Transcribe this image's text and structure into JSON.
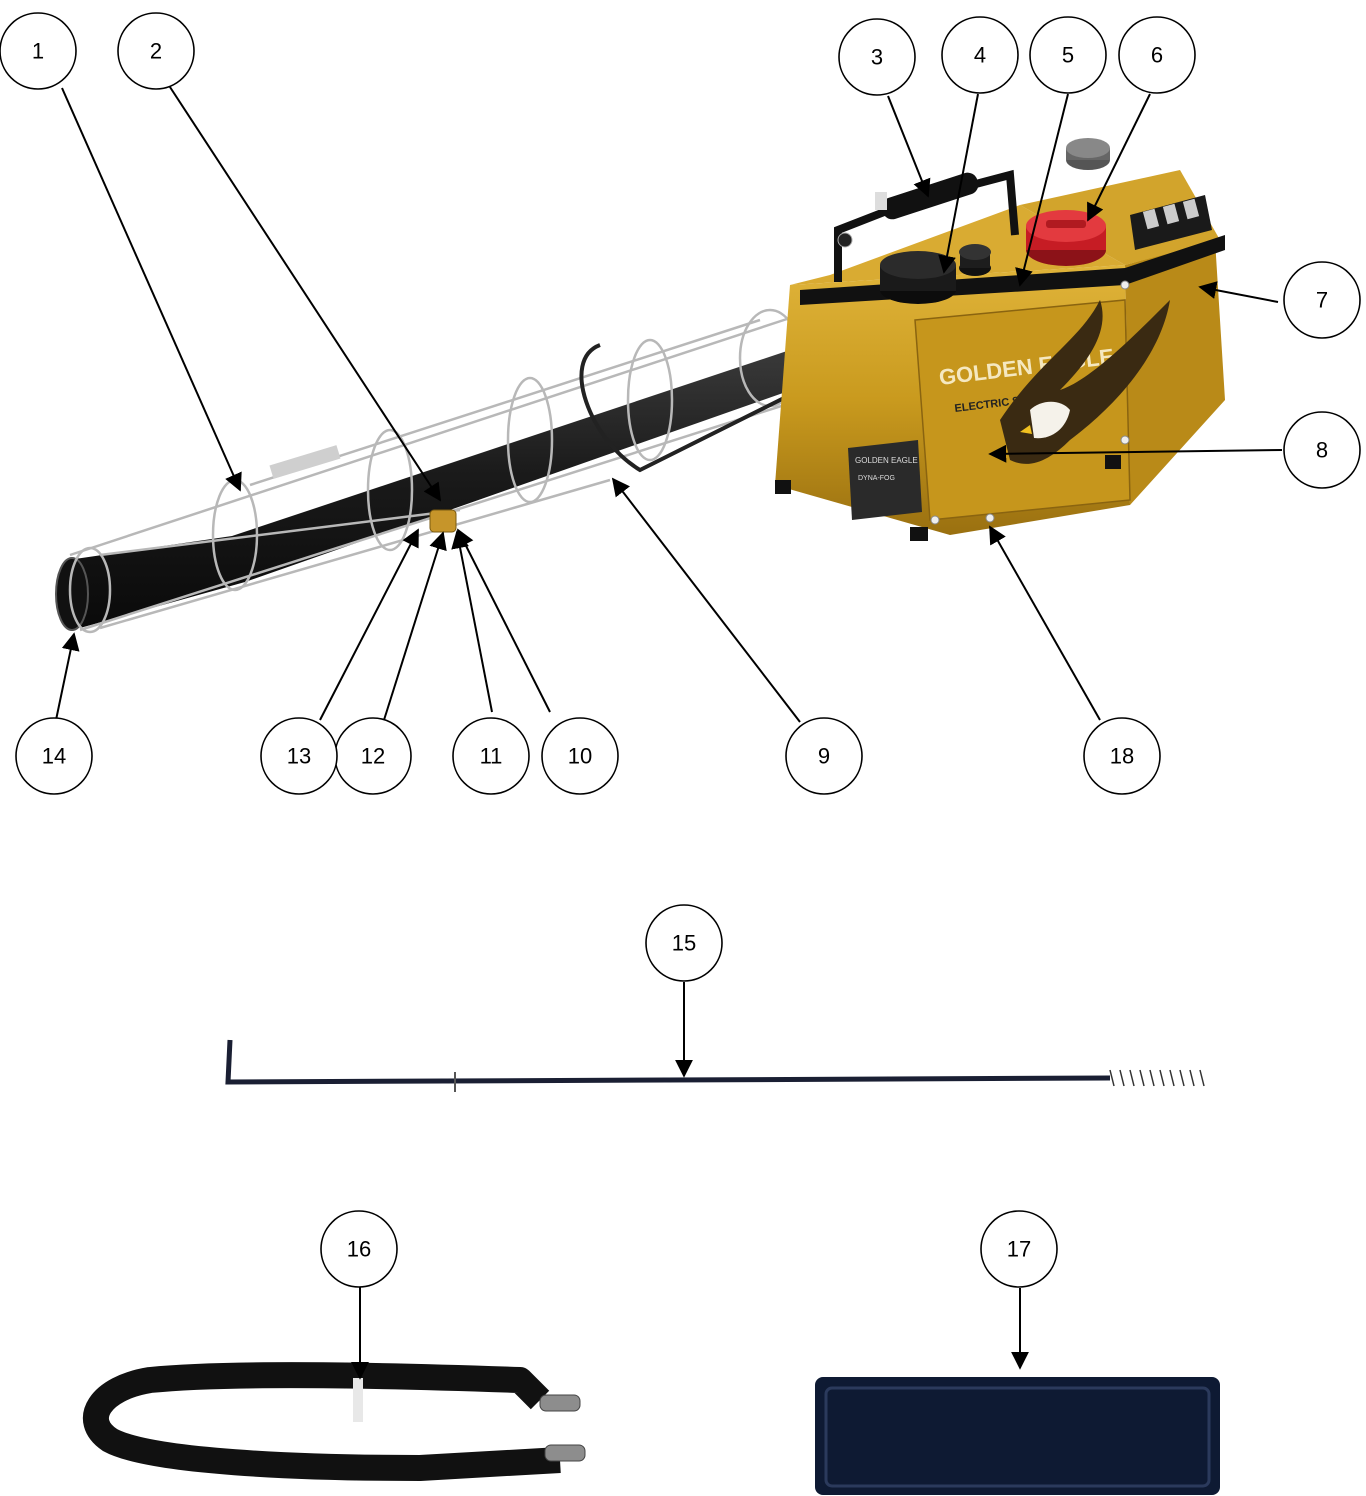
{
  "device": {
    "brand_line1": "GOLDEN EAGLE",
    "brand_line2": "ELECTRIC START XL",
    "plate_line1": "GOLDEN EAGLE",
    "plate_line2": "DYNA-FOG"
  },
  "callouts": [
    {
      "id": "1",
      "label": "1"
    },
    {
      "id": "2",
      "label": "2"
    },
    {
      "id": "3",
      "label": "3"
    },
    {
      "id": "4",
      "label": "4"
    },
    {
      "id": "5",
      "label": "5"
    },
    {
      "id": "6",
      "label": "6"
    },
    {
      "id": "7",
      "label": "7"
    },
    {
      "id": "8",
      "label": "8"
    },
    {
      "id": "9",
      "label": "9"
    },
    {
      "id": "10",
      "label": "10"
    },
    {
      "id": "11",
      "label": "11"
    },
    {
      "id": "12",
      "label": "12"
    },
    {
      "id": "13",
      "label": "13"
    },
    {
      "id": "14",
      "label": "14"
    },
    {
      "id": "15",
      "label": "15"
    },
    {
      "id": "16",
      "label": "16"
    },
    {
      "id": "17",
      "label": "17"
    },
    {
      "id": "18",
      "label": "18"
    }
  ],
  "colors": {
    "housing_gold": "#c99a1e",
    "housing_shadow": "#9a7010",
    "tube_black": "#1a1a1a",
    "cap_red": "#d0202a",
    "cage_wire": "#b8b8b8",
    "bag_navy": "#0e1a33"
  }
}
